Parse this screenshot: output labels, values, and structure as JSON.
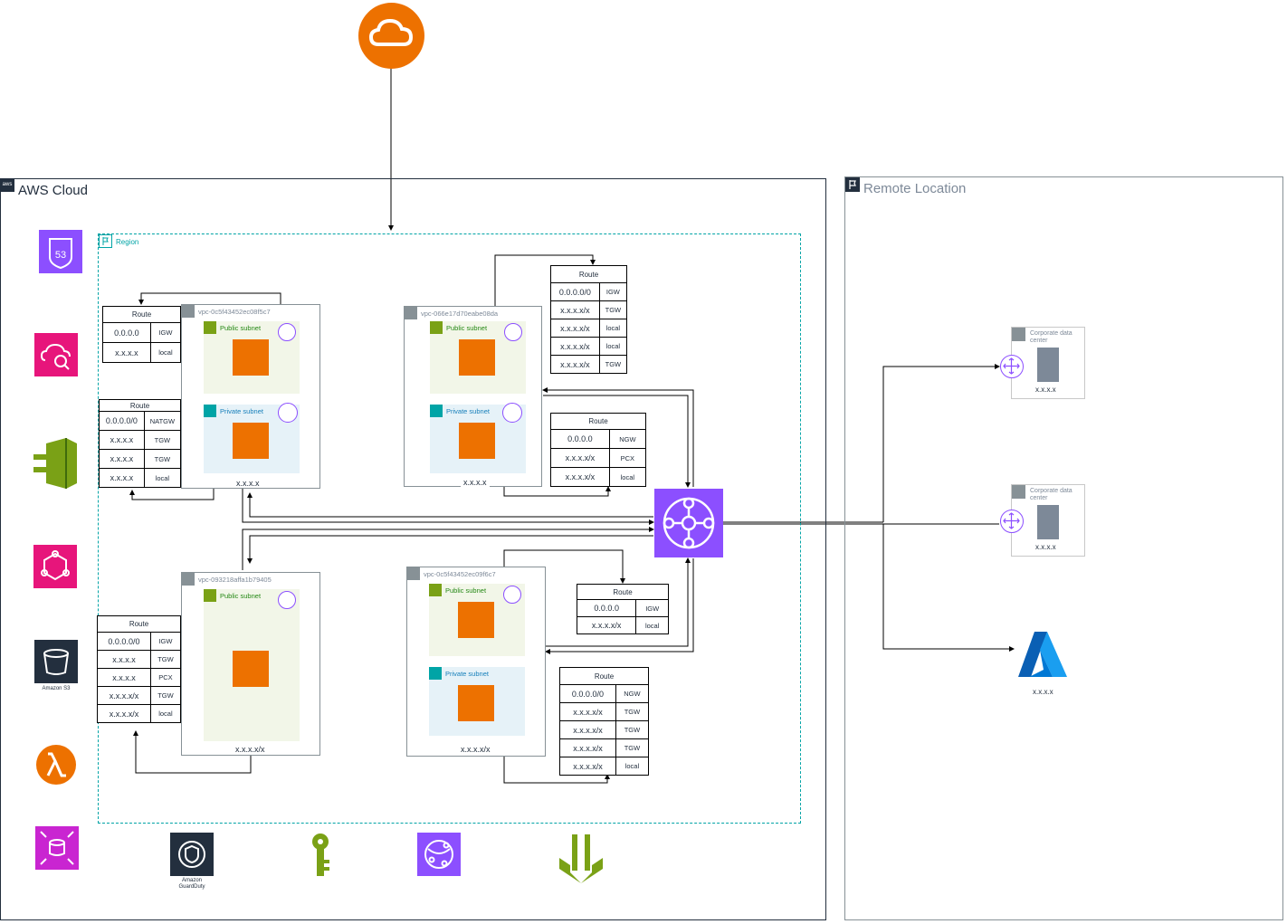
{
  "internet": {
    "icon": "internet-cloud-icon",
    "color": "#ed7100"
  },
  "aws_cloud": {
    "title": "AWS Cloud",
    "badge": "aws",
    "icon": "aws-logo-icon"
  },
  "remote_location": {
    "title": "Remote Location",
    "icon": "flag-icon"
  },
  "region": {
    "title": "Region",
    "icon": "region-flag-icon"
  },
  "vpcs": {
    "a": {
      "id": "vpc-0c5f43452ec08f5c7",
      "cidr": "x.x.x.x",
      "public_label": "Public subnet",
      "private_label": "Private subnet"
    },
    "b": {
      "id": "vpc-066e17d70eabe08da",
      "cidr": "x.x.x.x",
      "public_label": "Public subnet",
      "private_label": "Private subnet"
    },
    "c": {
      "id": "vpc-093218affa1b79405",
      "cidr": "x.x.x.x/x",
      "public_label": "Public subnet"
    },
    "d": {
      "id": "vpc-0c5f43452ec09f6c7",
      "cidr": "x.x.x.x/x",
      "public_label": "Public subnet",
      "private_label": "Private subnet"
    }
  },
  "route_tables": {
    "a_public": {
      "header": "Route",
      "rows": [
        [
          "0.0.0.0",
          "IGW"
        ],
        [
          "x.x.x.x",
          "local"
        ]
      ]
    },
    "a_private": {
      "header": "Route",
      "rows": [
        [
          "0.0.0.0/0",
          "NATGW"
        ],
        [
          "x.x.x.x",
          "TGW"
        ],
        [
          "x.x.x.x",
          "TGW"
        ],
        [
          "x.x.x.x",
          "local"
        ]
      ]
    },
    "b_public": {
      "header": "Route",
      "rows": [
        [
          "0.0.0.0/0",
          "IGW"
        ],
        [
          "x.x.x.x/x",
          "TGW"
        ],
        [
          "x.x.x.x/x",
          "local"
        ],
        [
          "x.x.x.x/x",
          "local"
        ],
        [
          "x.x.x.x/x",
          "TGW"
        ]
      ]
    },
    "b_private": {
      "header": "Route",
      "rows": [
        [
          "0.0.0.0",
          "NGW"
        ],
        [
          "x.x.x.x/x",
          "PCX"
        ],
        [
          "x.x.x.x/x",
          "local"
        ]
      ]
    },
    "c_public": {
      "header": "Route",
      "rows": [
        [
          "0.0.0.0/0",
          "IGW"
        ],
        [
          "x.x.x.x",
          "TGW"
        ],
        [
          "x.x.x.x",
          "PCX"
        ],
        [
          "x.x.x.x/x",
          "TGW"
        ],
        [
          "x.x.x.x/x",
          "local"
        ]
      ]
    },
    "d_public": {
      "header": "Route",
      "rows": [
        [
          "0.0.0.0",
          "IGW"
        ],
        [
          "x.x.x.x/x",
          "local"
        ]
      ]
    },
    "d_private": {
      "header": "Route",
      "rows": [
        [
          "0.0.0.0/0",
          "NGW"
        ],
        [
          "x.x.x.x/x",
          "TGW"
        ],
        [
          "x.x.x.x/x",
          "TGW"
        ],
        [
          "x.x.x.x/x",
          "TGW"
        ],
        [
          "x.x.x.x/x",
          "local"
        ]
      ]
    }
  },
  "transit_gateway": {
    "icon": "transit-gateway-icon",
    "color": "#8c4fff"
  },
  "services_left": [
    {
      "icon": "route53-icon",
      "color": "#8c4fff"
    },
    {
      "icon": "cloudsearch-icon",
      "color": "#e7157b"
    },
    {
      "icon": "app-mesh-icon",
      "color": "#7aa116"
    },
    {
      "icon": "eventbridge-icon",
      "color": "#e7157b"
    },
    {
      "icon": "s3-bucket-icon",
      "color": "#232f3e",
      "caption": "Amazon S3"
    },
    {
      "icon": "lambda-icon",
      "color": "#ed7100"
    },
    {
      "icon": "database-migration-icon",
      "color": "#c925d1"
    }
  ],
  "services_bottom": [
    {
      "icon": "guardduty-icon",
      "color": "#232f3e",
      "caption1": "Amazon",
      "caption2": "GuardDuty"
    },
    {
      "icon": "kms-key-icon",
      "color": "#7aa116"
    },
    {
      "icon": "cloudfront-icon",
      "color": "#8c4fff"
    },
    {
      "icon": "direct-connect-icon",
      "color": "#7aa116"
    }
  ],
  "remote": {
    "dc1": {
      "title": "Corporate data center",
      "cidr": "x.x.x.x"
    },
    "dc2": {
      "title": "Corporate data center",
      "cidr": "x.x.x.x"
    },
    "azure": {
      "icon": "azure-logo-icon",
      "cidr": "x.x.x.x",
      "color": "#0078d4"
    }
  }
}
